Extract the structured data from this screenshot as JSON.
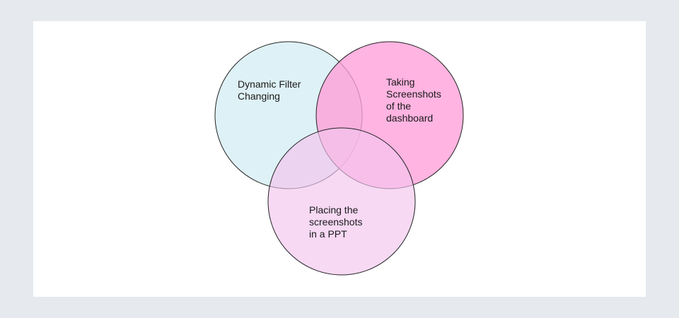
{
  "diagram": {
    "sets": [
      {
        "id": "dynamic-filter",
        "label_lines": [
          "Dynamic Filter",
          "Changing"
        ],
        "fill": "#daf0f5"
      },
      {
        "id": "screenshots",
        "label_lines": [
          "Taking",
          "Screenshots",
          "of the",
          "dashboard"
        ],
        "fill": "#ff9fd8"
      },
      {
        "id": "ppt",
        "label_lines": [
          "Placing the",
          "screenshots",
          "in a PPT"
        ],
        "fill": "#f3c4ee"
      }
    ],
    "stroke_color": "#222222"
  }
}
